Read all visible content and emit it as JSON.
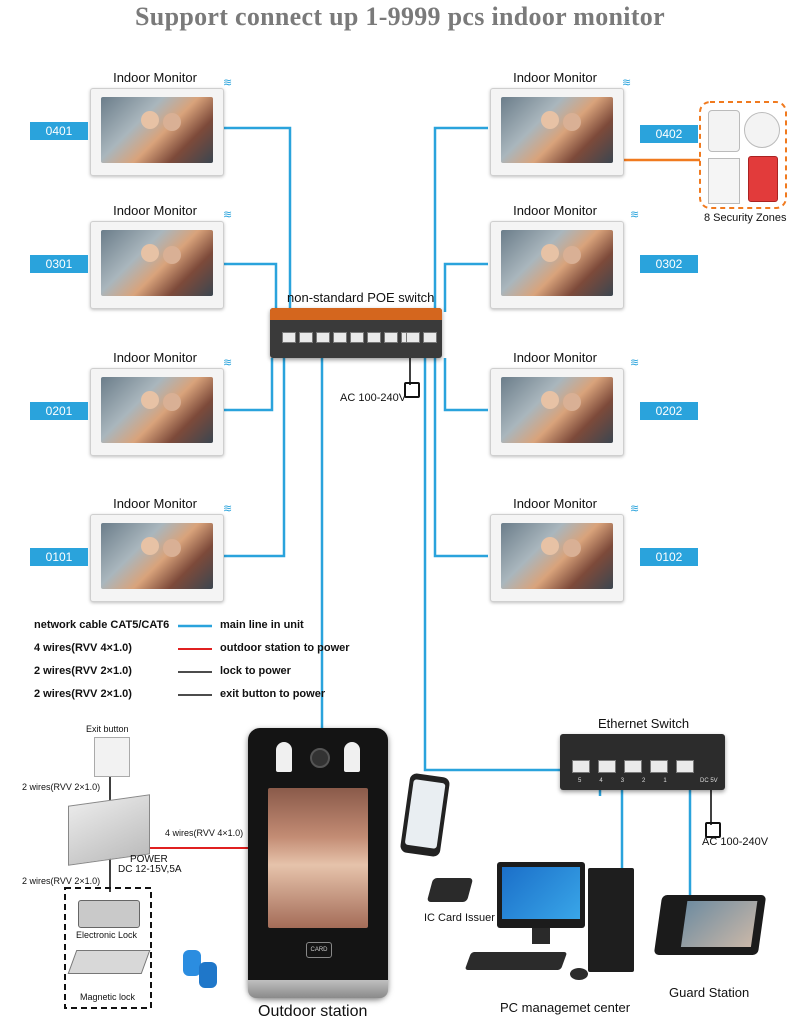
{
  "title": "Support connect up 1-9999 pcs indoor monitor",
  "monitor_label": "Indoor Monitor",
  "monitors": {
    "left": [
      "0401",
      "0301",
      "0201",
      "0101"
    ],
    "right": [
      "0402",
      "0302",
      "0202",
      "0102"
    ]
  },
  "poe_switch": {
    "label": "non-standard POE switch",
    "power": "AC 100-240V"
  },
  "security": {
    "label": "8 Security Zones"
  },
  "legend": [
    {
      "left": "network cable CAT5/CAT6",
      "right": "main line in unit",
      "color": "#2aa3dc"
    },
    {
      "left": "4 wires(RVV 4×1.0)",
      "right": "outdoor station to power",
      "color": "#e02020"
    },
    {
      "left": "2 wires(RVV 2×1.0)",
      "right": "lock to power",
      "color": "#111111"
    },
    {
      "left": "2 wires(RVV 2×1.0)",
      "right": "exit button to power",
      "color": "#111111"
    }
  ],
  "wiring": {
    "exit_button": "Exit button",
    "exit_wire": "2 wires(RVV 2×1.0)",
    "lock_wire": "2 wires(RVV 2×1.0)",
    "station_wire": "4 wires(RVV 4×1.0)",
    "power_title": "POWER",
    "power_spec": "DC 12-15V,5A",
    "electronic_lock": "Electronic Lock",
    "magnetic_lock": "Magnetic lock"
  },
  "outdoor_station": {
    "label": "Outdoor station",
    "card": "CARD"
  },
  "ethernet_switch": {
    "label": "Ethernet Switch",
    "power": "AC 100-240V",
    "dc": "DC 5V",
    "ports": [
      "5",
      "4",
      "3",
      "2",
      "1"
    ]
  },
  "ic_card": "IC Card Issuer",
  "pc": "PC managemet center",
  "guard": "Guard Station",
  "colors": {
    "network": "#2aa3dc",
    "power": "#e02020",
    "alarm": "#f07a1f",
    "tag": "#2aa3dc"
  }
}
